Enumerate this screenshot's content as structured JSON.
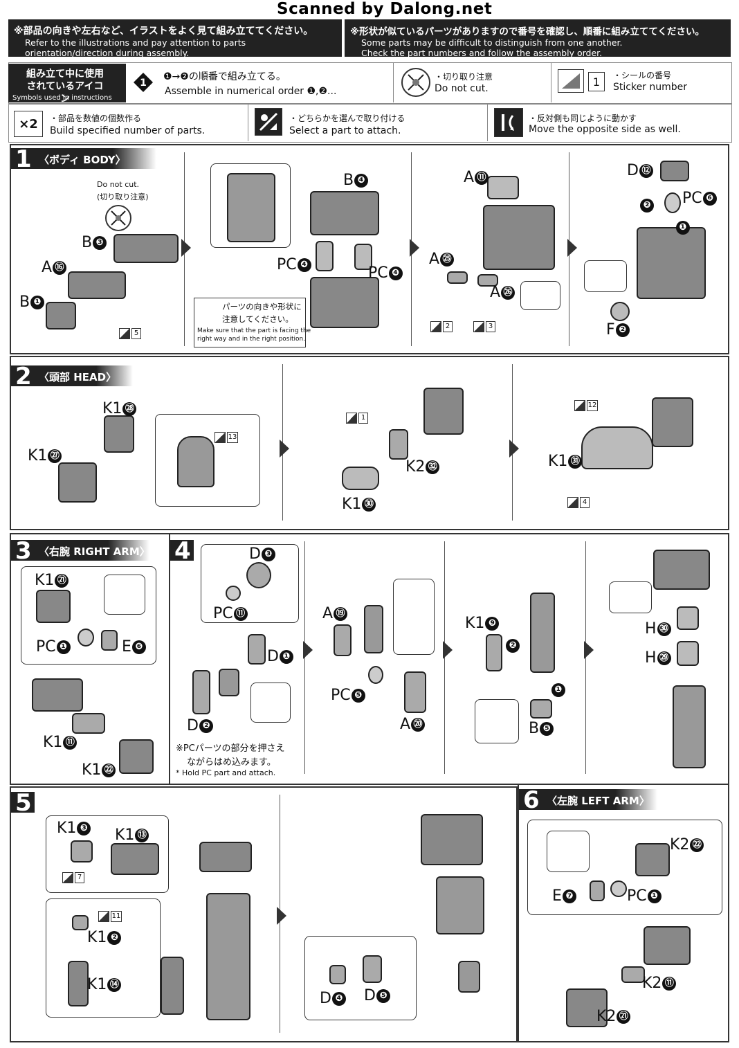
{
  "watermark": "Scanned by Dalong.net",
  "notes": {
    "left_jp": "※部品の向きや左右など、イラストをよく見て組み立ててください。",
    "left_en1": "Refer to the illustrations and pay attention to parts",
    "left_en2": "orientation/direction during assembly.",
    "right_jp": "※形状が似ているパーツがありますので番号を確認し、順番に組み立ててください。",
    "right_en1": "Some parts may be difficult to distinguish from one another.",
    "right_en2": "Check the part numbers and follow the assembly order."
  },
  "symbols": {
    "title_jp1": "組み立て中に使用",
    "title_jp2": "されているアイコン",
    "title_en": "Symbols used in instructions",
    "order_jp": "❶→❷の順番で組み立てる。",
    "order_en": "Assemble in numerical order ❶,❷...",
    "nocut_jp": "・切り取り注意",
    "nocut_en": "Do not cut.",
    "sticker_jp": "・シールの番号",
    "sticker_en": "Sticker number",
    "multi_icon": "×2",
    "multi_jp": "・部品を数値の個数作る",
    "multi_en": "Build specified number of parts.",
    "select_jp": "・どちらかを選んで取り付ける",
    "select_en": "Select a part to attach.",
    "opposite_jp": "・反対側も同じように動かす",
    "opposite_en": "Move the opposite side as well."
  },
  "steps": {
    "s1": {
      "num": "1",
      "title": "〈ボディ BODY〉"
    },
    "s2": {
      "num": "2",
      "title": "〈頭部 HEAD〉"
    },
    "s3": {
      "num": "3",
      "title": "〈右腕 RIGHT ARM〉"
    },
    "s4": {
      "num": "4",
      "title": ""
    },
    "s5": {
      "num": "5",
      "title": ""
    },
    "s6": {
      "num": "6",
      "title": "〈左腕 LEFT ARM〉"
    }
  },
  "step1": {
    "donotcut_en": "Do not cut.",
    "donotcut_jp": "(切り取り注意)",
    "caution_jp1": "パーツの向きや形状に",
    "caution_jp2": "注意してください。",
    "caution_en1": "Make sure that the part is facing the",
    "caution_en2": "right way and in the right position."
  },
  "step4": {
    "note_jp1": "※PCパーツの部分を押さえ",
    "note_jp2": "ながらはめ込みます。",
    "note_en": "* Hold PC part and attach."
  },
  "labels": [
    {
      "p": "B",
      "n": "❸"
    },
    {
      "p": "A",
      "n": "⑯"
    },
    {
      "p": "B",
      "n": "❶"
    },
    {
      "p": "B",
      "n": "❹"
    },
    {
      "p": "PC",
      "n": "❹"
    },
    {
      "p": "PC",
      "n": "❹"
    },
    {
      "p": "A",
      "n": "⑪"
    },
    {
      "p": "A",
      "n": "㉕"
    },
    {
      "p": "A",
      "n": "㉖"
    },
    {
      "p": "D",
      "n": "⑫"
    },
    {
      "p": "PC",
      "n": "❻"
    },
    {
      "p": "F",
      "n": "❷"
    },
    {
      "p": "K1",
      "n": "㉘"
    },
    {
      "p": "K1",
      "n": "㉗"
    },
    {
      "p": "K2",
      "n": "㉜"
    },
    {
      "p": "K1",
      "n": "㉚"
    },
    {
      "p": "K1",
      "n": "㉛"
    },
    {
      "p": "K1",
      "n": "㉑"
    },
    {
      "p": "PC",
      "n": "❶"
    },
    {
      "p": "E",
      "n": "❻"
    },
    {
      "p": "K1",
      "n": "⑪"
    },
    {
      "p": "K1",
      "n": "㉒"
    },
    {
      "p": "D",
      "n": "❸"
    },
    {
      "p": "PC",
      "n": "⑪"
    },
    {
      "p": "D",
      "n": "❶"
    },
    {
      "p": "D",
      "n": "❷"
    },
    {
      "p": "A",
      "n": "⑲"
    },
    {
      "p": "PC",
      "n": "❺"
    },
    {
      "p": "A",
      "n": "⑳"
    },
    {
      "p": "K1",
      "n": "❾"
    },
    {
      "p": "B",
      "n": "❺"
    },
    {
      "p": "H",
      "n": "㉚"
    },
    {
      "p": "H",
      "n": "㉙"
    },
    {
      "p": "K1",
      "n": "❸"
    },
    {
      "p": "K1",
      "n": "⑬"
    },
    {
      "p": "K1",
      "n": "❷"
    },
    {
      "p": "K1",
      "n": "⑭"
    },
    {
      "p": "D",
      "n": "❹"
    },
    {
      "p": "D",
      "n": "❺"
    },
    {
      "p": "K2",
      "n": "㉒"
    },
    {
      "p": "E",
      "n": "❼"
    },
    {
      "p": "PC",
      "n": "❶"
    },
    {
      "p": "K2",
      "n": "⑪"
    },
    {
      "p": "K2",
      "n": "㉑"
    }
  ],
  "stickers": [
    "5",
    "2",
    "3",
    "13",
    "1",
    "12",
    "4",
    "7",
    "11"
  ],
  "step_marks": [
    "❶",
    "❷"
  ]
}
